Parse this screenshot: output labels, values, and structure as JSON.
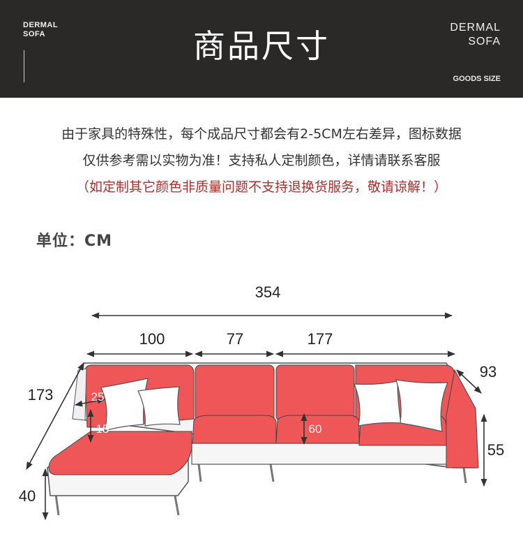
{
  "header": {
    "brand_left": [
      "DERMAL",
      "SOFA"
    ],
    "title": "商品尺寸",
    "brand_right": [
      "DERMAL",
      "SOFA"
    ],
    "subtitle": "GOODS SIZE"
  },
  "notice": {
    "line1": "由于家具的特殊性，每个成品尺寸都会有2-5CM左右差异，图标数据",
    "line2": "仅供参考需以实物为准！支持私人定制颜色，详情请联系客服",
    "line3": "（如定制其它颜色非质量问题不支持退换货服务，敬请谅解！）"
  },
  "unit_label": "单位：CM",
  "dimensions": {
    "total_width": "354",
    "left_section": "100",
    "middle_section": "77",
    "right_section": "177",
    "chaise_length": "173",
    "depth": "93",
    "armrest_width": "25",
    "armrest_height": "15",
    "back_height": "60",
    "seat_height": "55",
    "leg_height": "40"
  },
  "colors": {
    "header_bg": "#2b2828",
    "sofa_red": "#ee5658",
    "notice_red": "#a3322f"
  }
}
